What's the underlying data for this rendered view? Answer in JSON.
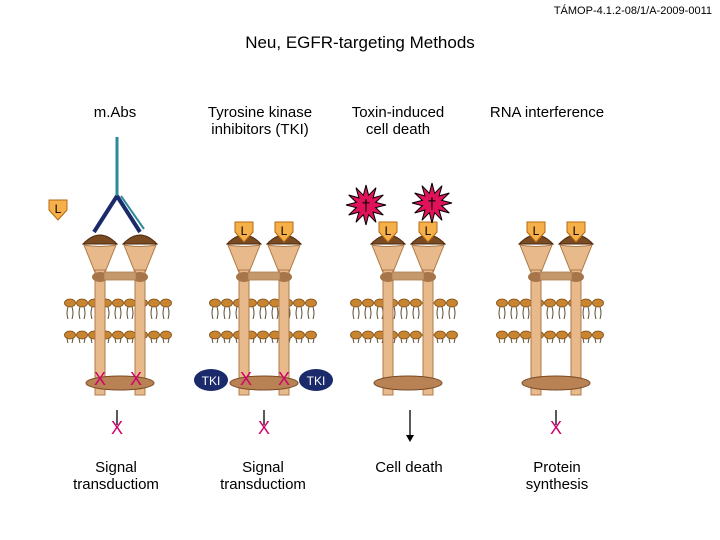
{
  "header_code": "TÁMOP-4.1.2-08/1/A-2009-0011",
  "title": "Neu, EGFR-targeting Methods",
  "methods": [
    {
      "heading": "m.Abs",
      "outcome": "Signal\ntransductiom"
    },
    {
      "heading": "Tyrosine kinase\ninhibitors (TKI)",
      "outcome": "Signal\ntransductiom"
    },
    {
      "heading": "Toxin-induced\ncell death",
      "outcome": "Cell death"
    },
    {
      "heading": "RNA interference",
      "outcome": "Protein\nsynthesis"
    }
  ],
  "labels": {
    "ligand": "L",
    "inhibitor": "TKI",
    "block_mark": "X",
    "toxin": "†"
  },
  "colors": {
    "receptor_fill": "#e8b98a",
    "receptor_stroke": "#b07a4a",
    "cap_fill": "#7a4a22",
    "ligand_fill": "#f6b04a",
    "ligand_stroke": "#b46a10",
    "lipid_head": "#c8842e",
    "lipid_tail": "#5a4a30",
    "antibody_stem": "#2e8a9a",
    "antibody_arm": "#1a2a6a",
    "block_mark": "#d1006e",
    "toxin": "#e0125a",
    "tki_fill": "#1a2a6a"
  }
}
